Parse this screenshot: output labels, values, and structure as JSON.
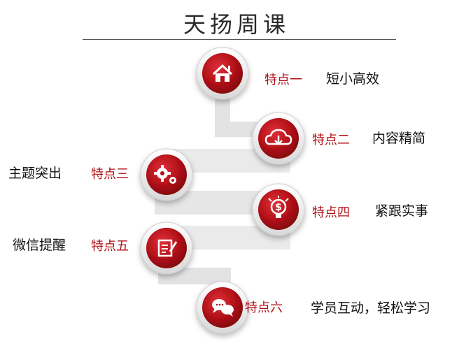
{
  "title": "天扬周课",
  "features": [
    {
      "label": "特点一",
      "text": "短小高效",
      "icon": "home-icon"
    },
    {
      "label": "特点二",
      "text": "内容精简",
      "icon": "cloud-download-icon"
    },
    {
      "label": "特点三",
      "text": "主题突出",
      "icon": "gears-icon"
    },
    {
      "label": "特点四",
      "text": "紧跟实事",
      "icon": "dollar-bulb-icon"
    },
    {
      "label": "特点五",
      "text": "微信提醒",
      "icon": "edit-document-icon"
    },
    {
      "label": "特点六",
      "text": "学员互动，轻松学习",
      "icon": "chat-bubbles-icon"
    }
  ],
  "colors": {
    "accent": "#b01016",
    "accent_dark": "#7d0a0e",
    "text": "#111111"
  }
}
